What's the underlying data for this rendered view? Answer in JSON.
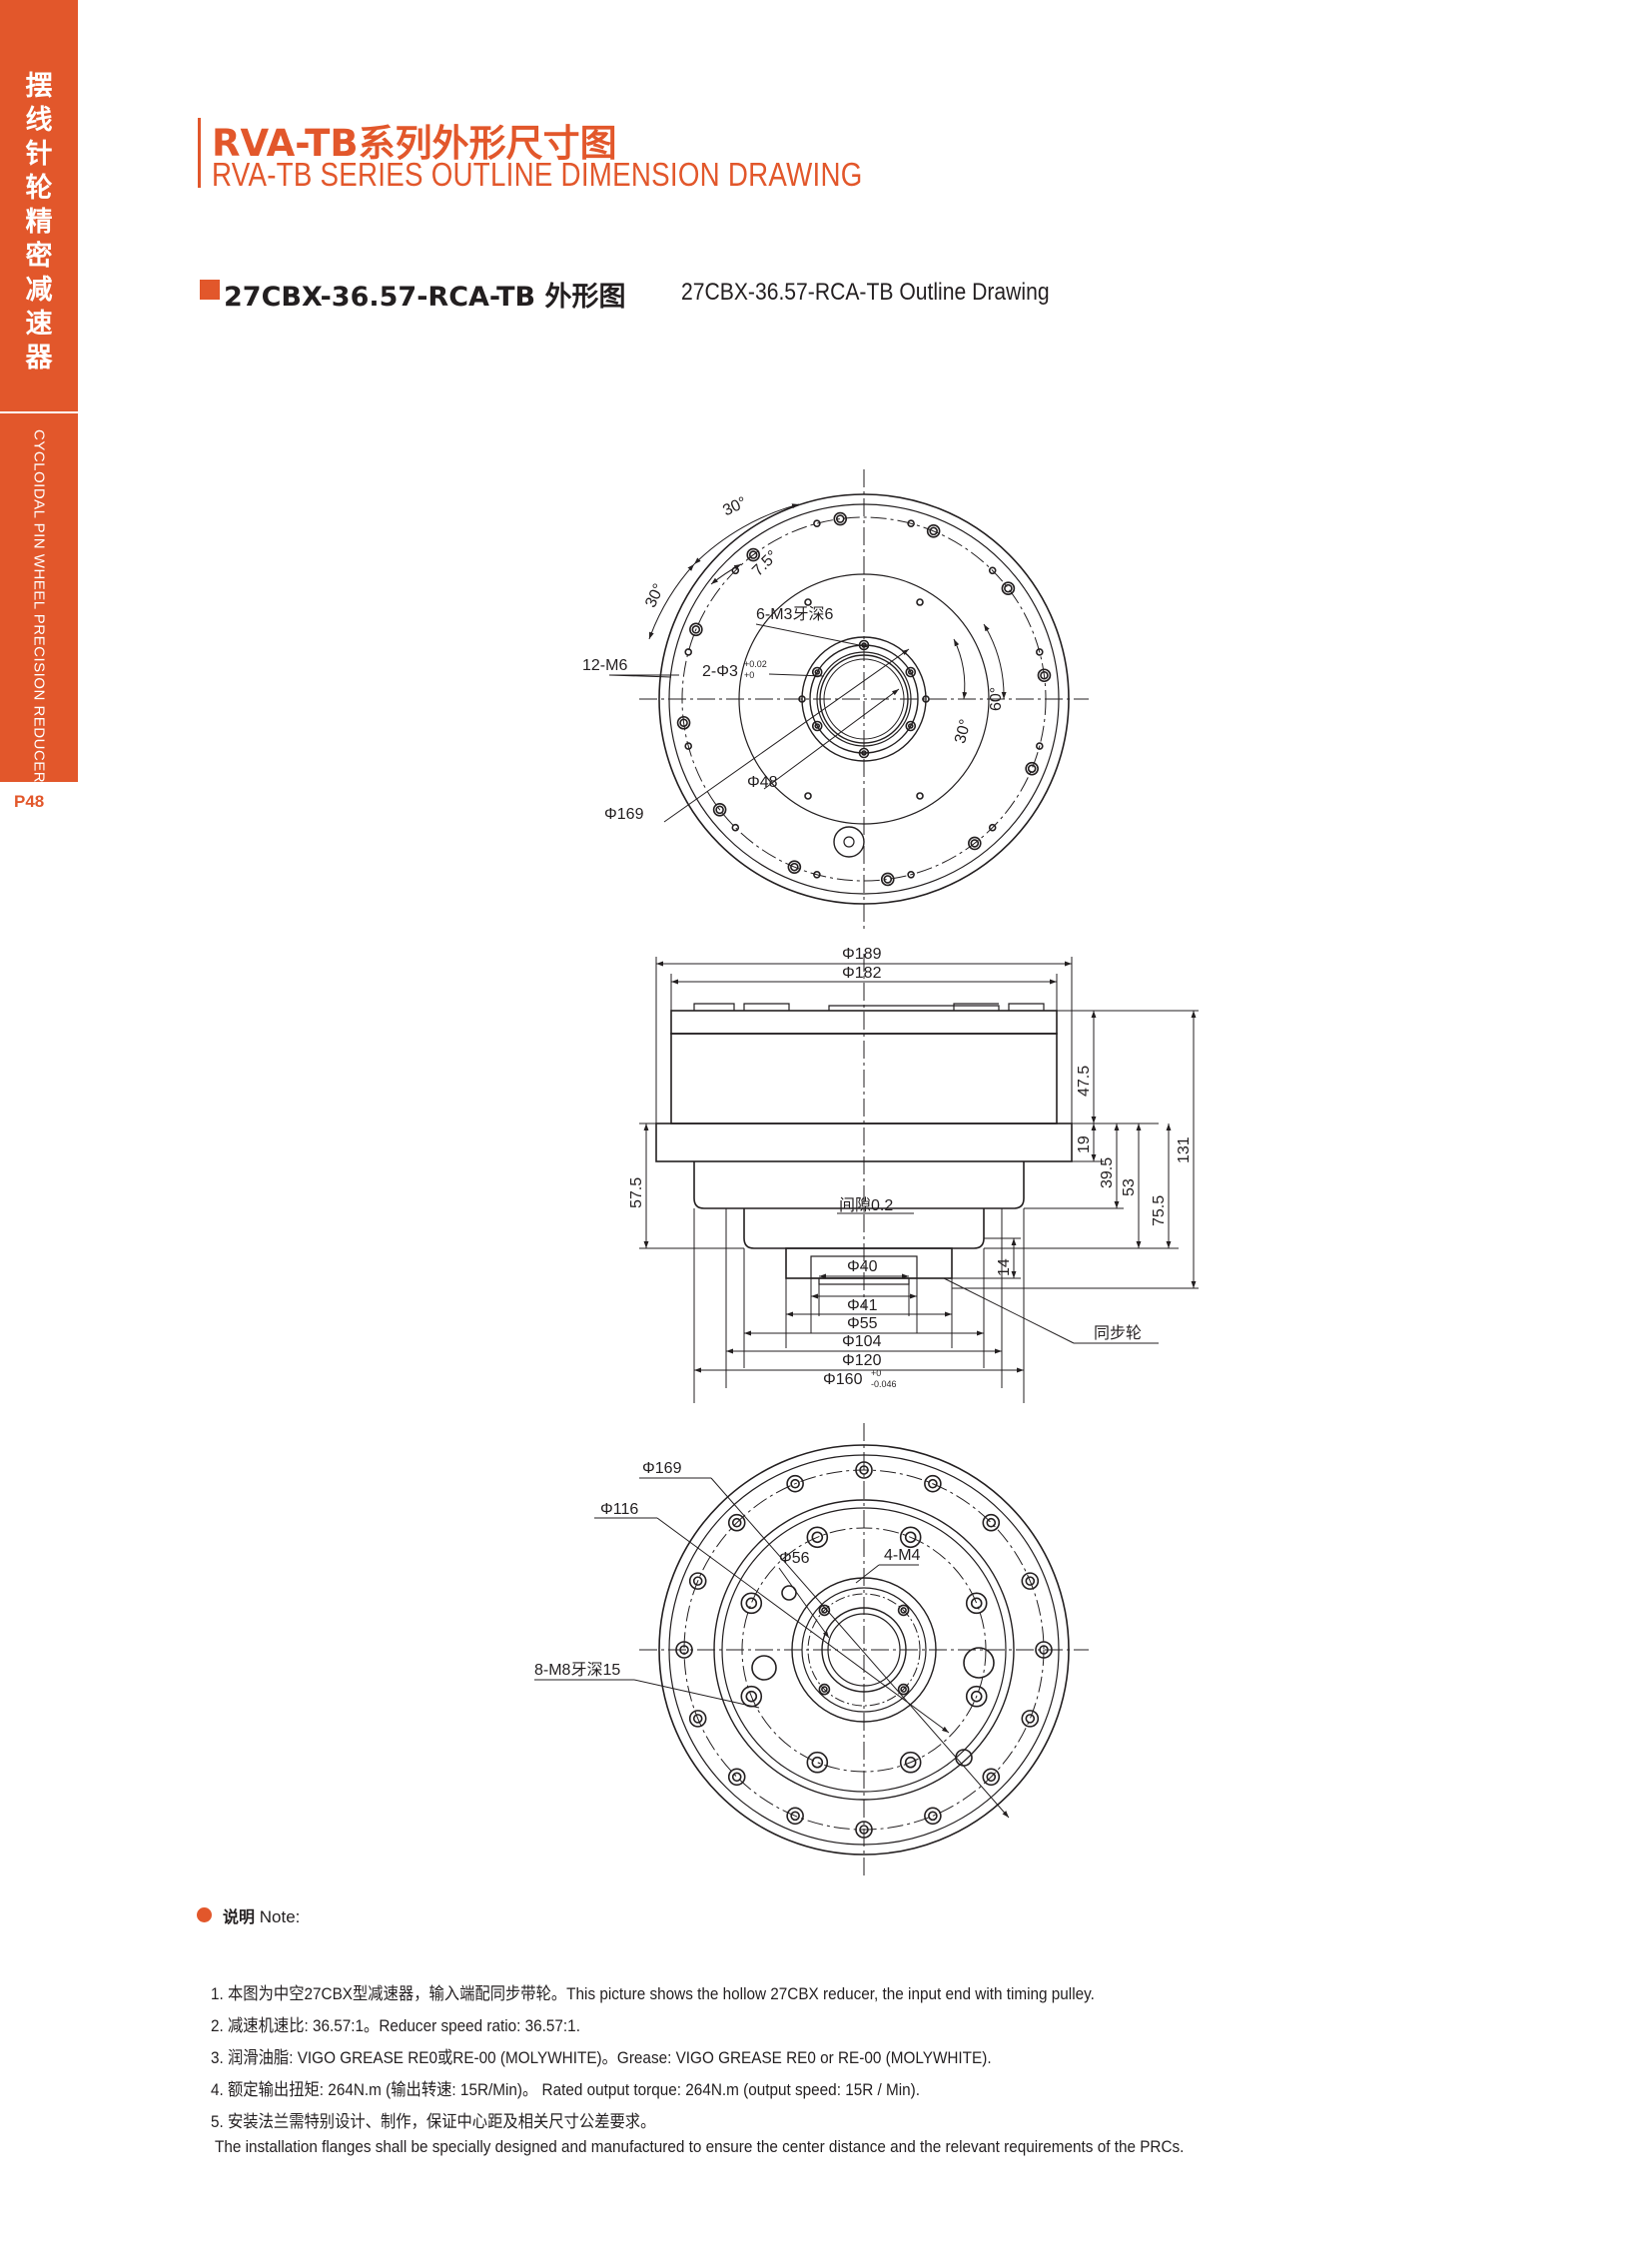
{
  "sidebar": {
    "category_cn": [
      "摆",
      "线",
      "针",
      "轮",
      "精",
      "密",
      "减",
      "速",
      "器"
    ],
    "category_en": "CYCLOIDAL PIN WHEEL PRECISION REDUCER",
    "page_number": "P48"
  },
  "header": {
    "title_cn": "RVA-TB系列外形尺寸图",
    "title_en": "RVA-TB SERIES OUTLINE DIMENSION DRAWING"
  },
  "section": {
    "title_bold": "27CBX-36.57-RCA-TB 外形图",
    "title_regular": "27CBX-36.57-RCA-TB Outline Drawing"
  },
  "drawing": {
    "front_view": {
      "angle_a": "30°",
      "angle_b": "30°",
      "angle_c": "7.5°",
      "thread_inner": "6-M3牙深6",
      "pin_hole": "2-Φ3",
      "pin_tol_upper": "+0.02",
      "pin_tol_lower": "+0",
      "thread_outer": "12-M6",
      "angle_d": "30°",
      "angle_e": "60°",
      "dia_inner": "Φ48",
      "dia_outer": "Φ169"
    },
    "side_view": {
      "dia_189": "Φ189",
      "dia_182": "Φ182",
      "h_47_5": "47.5",
      "h_19": "19",
      "h_39_5": "39.5",
      "h_53": "53",
      "h_75_5": "75.5",
      "h_131": "131",
      "h_57_5": "57.5",
      "gap": "间隙0.2",
      "dia_40": "Φ40",
      "h_14": "14",
      "dia_41": "Φ41",
      "dia_55": "Φ55",
      "dia_104": "Φ104",
      "dia_120": "Φ120",
      "dia_160": "Φ160",
      "dia_160_tol_upper": "+0",
      "dia_160_tol_lower": "-0.046",
      "pulley": "同步轮"
    },
    "rear_view": {
      "dia_169": "Φ169",
      "dia_116": "Φ116",
      "dia_56": "Φ56",
      "thread_small": "4-M4",
      "thread_large": "8-M8牙深15"
    }
  },
  "notes": {
    "heading_cn": "说明",
    "heading_en": "Note:",
    "items": [
      "1. 本图为中空27CBX型减速器，输入端配同步带轮。This picture shows the hollow 27CBX reducer, the input end with timing pulley.",
      "2. 减速机速比: 36.57:1。Reducer speed ratio: 36.57:1.",
      "3. 润滑油脂: VIGO GREASE RE0或RE-00 (MOLYWHITE)。Grease: VIGO GREASE RE0 or RE-00 (MOLYWHITE).",
      "4. 额定输出扭矩: 264N.m (输出转速: 15R/Min)。 Rated output torque: 264N.m (output speed: 15R / Min).",
      "5. 安装法兰需特别设计、制作，保证中心距及相关尺寸公差要求。",
      "The installation flanges shall be specially designed and manufactured to ensure the center distance and the relevant requirements of the PRCs."
    ]
  },
  "colors": {
    "accent": "#e2572b",
    "text": "#231f20"
  }
}
